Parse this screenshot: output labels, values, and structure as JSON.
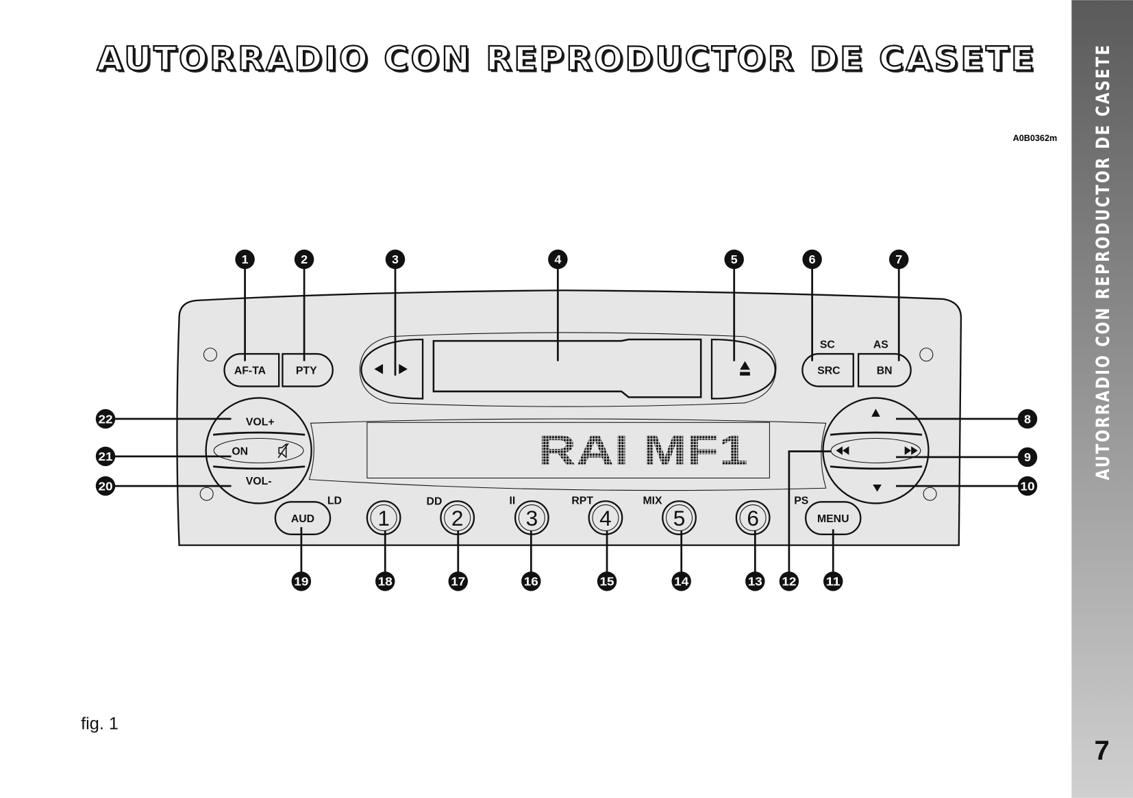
{
  "page": {
    "title": "AUTORRADIO CON REPRODUCTOR DE CASETE",
    "figure_code": "A0B0362m",
    "side_tab": "AUTORRADIO CON REPRODUCTOR DE CASETE",
    "page_number": "7",
    "figure_label": "fig. 1",
    "sidebar_gradient": [
      "#5a5a5a",
      "#d0d0d0"
    ]
  },
  "radio": {
    "buttons": {
      "af_ta": "AF-TA",
      "pty": "PTY",
      "src": "SRC",
      "bn": "BN",
      "vol_plus": "VOL+",
      "on": "ON",
      "vol_minus": "VOL-",
      "aud": "AUD",
      "menu": "MENU",
      "presets": [
        "1",
        "2",
        "3",
        "4",
        "5",
        "6"
      ]
    },
    "secondary_labels": {
      "sc": "SC",
      "as": "AS",
      "ld": "LD",
      "dolby": "DD",
      "ii": "II",
      "rpt": "RPT",
      "mix": "MIX",
      "ps": "PS"
    },
    "display_text": "RAI MF1",
    "icons": [
      "tape-direction-icon",
      "eject-icon",
      "mute-icon",
      "up-arrow-icon",
      "down-arrow-icon",
      "rewind-icon",
      "fast-forward-icon"
    ]
  },
  "callouts": [
    "1",
    "2",
    "3",
    "4",
    "5",
    "6",
    "7",
    "8",
    "9",
    "10",
    "11",
    "12",
    "13",
    "14",
    "15",
    "16",
    "17",
    "18",
    "19",
    "20",
    "21",
    "22"
  ]
}
